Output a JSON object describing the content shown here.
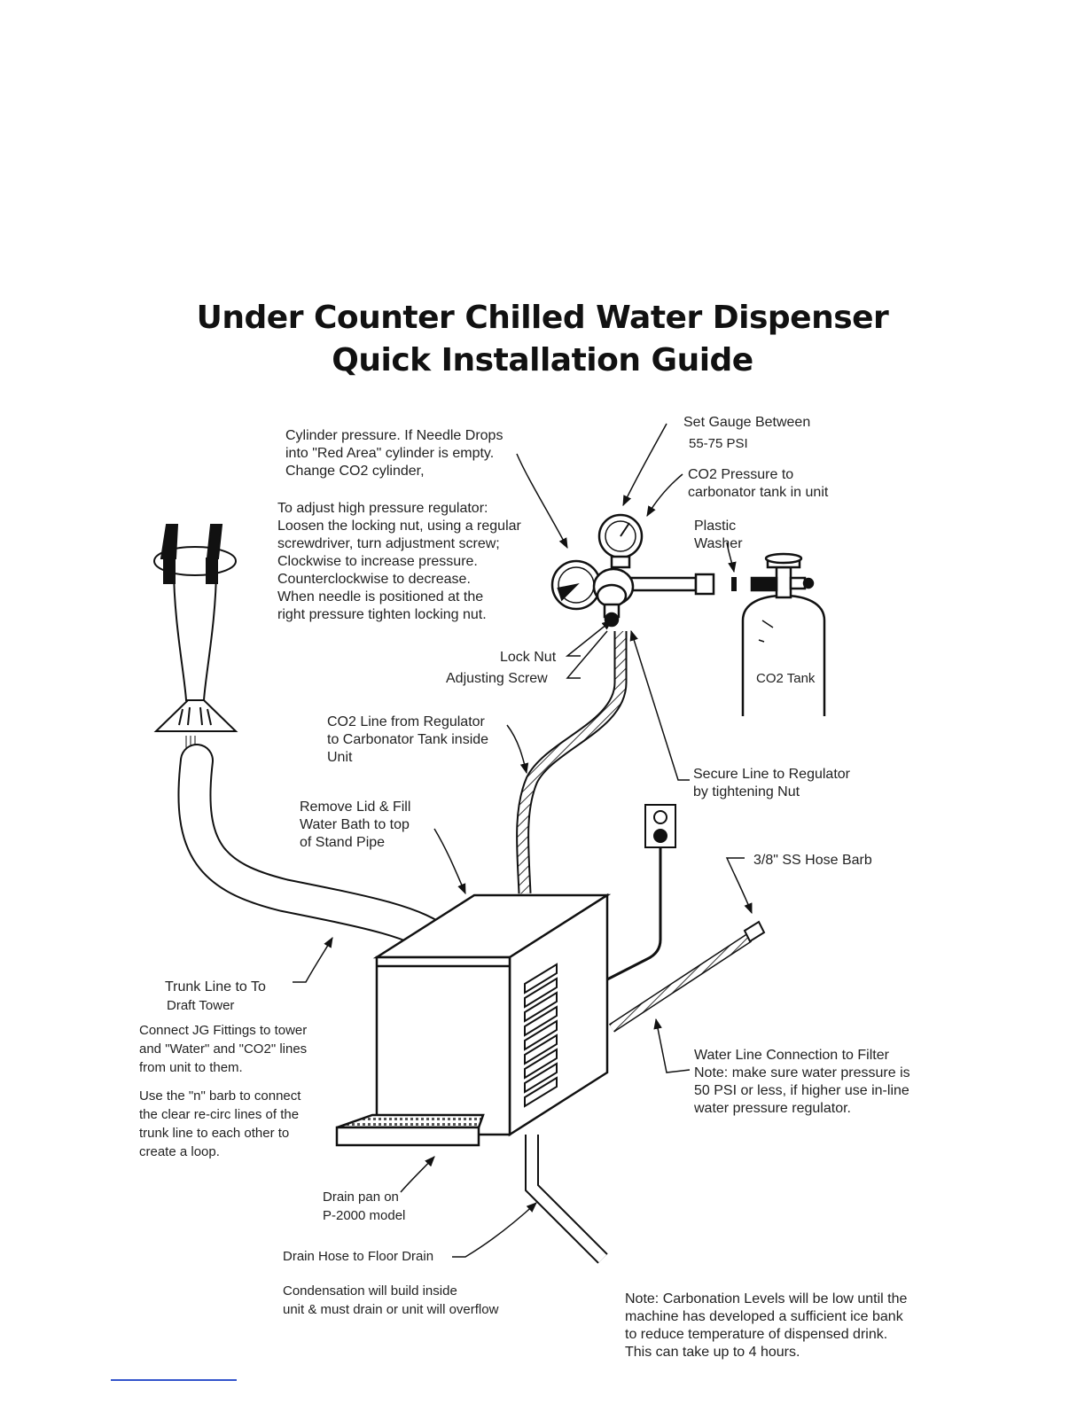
{
  "title": {
    "line1": "Under Counter Chilled Water Dispenser",
    "line2": "Quick Installation Guide"
  },
  "labels": {
    "cylinder_pressure": "Cylinder pressure. If Needle Drops\ninto \"Red Area\" cylinder is empty.\nChange CO2 cylinder,",
    "adjust_regulator": "To adjust high pressure regulator:\nLoosen the locking nut, using a regular\nscrewdriver, turn adjustment screw;\nClockwise to increase pressure.\nCounterclockwise to decrease.\nWhen needle is positioned at the\nright pressure tighten locking nut.",
    "set_gauge": "Set Gauge Between",
    "set_gauge_range": "55-75 PSI",
    "co2_pressure": "CO2 Pressure to\ncarbonator tank in unit",
    "plastic_washer": "Plastic\nWasher",
    "co2_tank": "CO2 Tank",
    "lock_nut": "Lock Nut",
    "adjusting_screw": "Adjusting Screw",
    "co2_line": "CO2 Line from Regulator\nto Carbonator Tank inside\nUnit",
    "secure_line": "Secure Line to Regulator\nby tightening Nut",
    "remove_lid": "Remove Lid & Fill\nWater Bath to top\nof Stand Pipe",
    "hose_barb": "3/8\" SS Hose Barb",
    "trunk_line": "Trunk Line to To",
    "draft_tower": "Draft Tower",
    "connect_jg": "Connect JG Fittings to tower\nand \"Water\" and \"CO2\" lines\nfrom unit to them.",
    "n_barb": "Use the \"n\" barb to connect\nthe clear re-circ lines of the\ntrunk line to each other to\ncreate a loop.",
    "water_line": "Water Line Connection to Filter\nNote: make sure water pressure is\n50 PSI or less, if higher use in-line\nwater pressure regulator.",
    "drain_pan": "Drain pan on\nP-2000 model",
    "drain_hose": "Drain Hose to Floor Drain",
    "condensation": "Condensation will build inside\nunit & must drain or unit will overflow",
    "carbonation_note": "Note:  Carbonation Levels will be low until the\nmachine has developed a sufficient ice bank\nto reduce temperature of dispensed drink.\nThis can take up to 4 hours."
  }
}
